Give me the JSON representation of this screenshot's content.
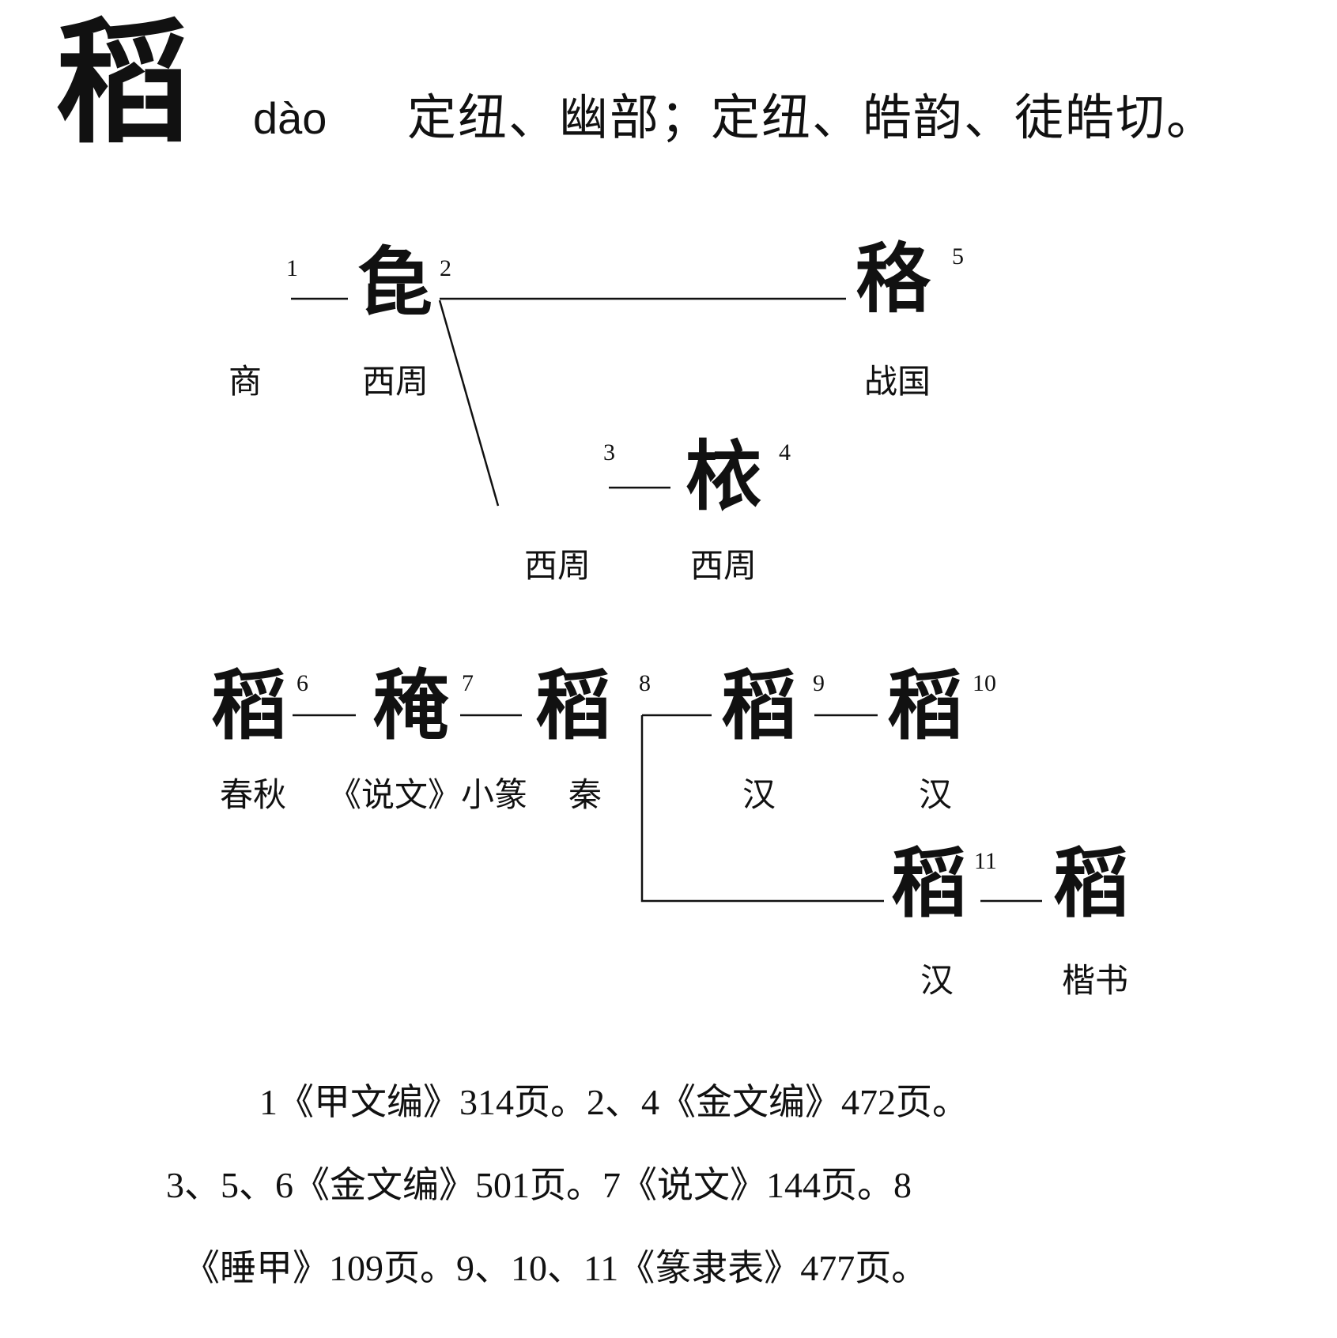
{
  "header": {
    "character": "稻",
    "pinyin": "dào",
    "reading": "定纽、幽部；定纽、皓韵、徒皓切。"
  },
  "forms": [
    {
      "id": "1",
      "number": "1",
      "era": "商"
    },
    {
      "id": "2",
      "number": "2",
      "era": "西周"
    },
    {
      "id": "3",
      "number": "3",
      "era": "西周"
    },
    {
      "id": "4",
      "number": "4",
      "era": "西周"
    },
    {
      "id": "5",
      "number": "5",
      "era": "战国"
    },
    {
      "id": "6",
      "number": "6",
      "era": "春秋"
    },
    {
      "id": "7",
      "number": "7",
      "era": "《说文》小篆"
    },
    {
      "id": "8",
      "number": "8",
      "era": "秦"
    },
    {
      "id": "9",
      "number": "9",
      "era": "汉"
    },
    {
      "id": "10",
      "number": "10",
      "era": "汉"
    },
    {
      "id": "11",
      "number": "11",
      "era": "汉"
    },
    {
      "id": "12",
      "number": "",
      "era": "楷书",
      "glyph": "稻"
    }
  ],
  "sources": [
    "1《甲文编》314页。2、4《金文编》472页。",
    "3、5、6《金文编》501页。7《说文》144页。8",
    "《睡甲》109页。9、10、11《篆隶表》477页。"
  ]
}
